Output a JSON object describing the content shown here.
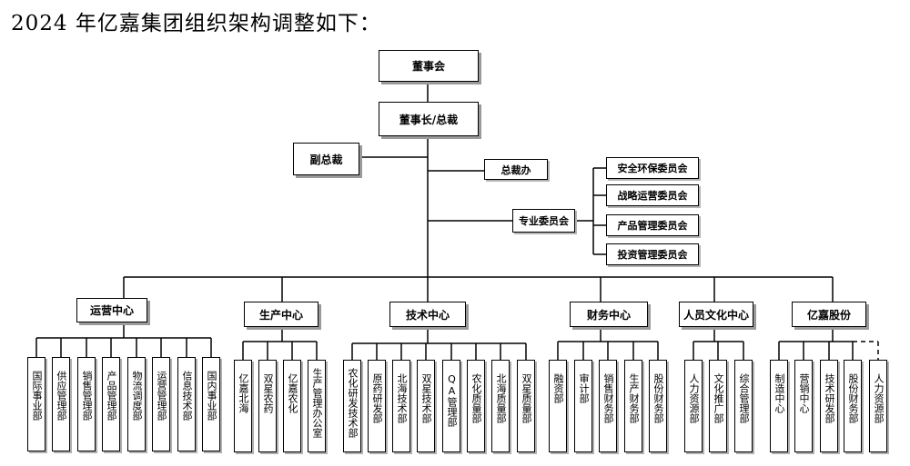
{
  "title": "2024 年亿嘉集团组织架构调整如下：",
  "top": {
    "board": "董事会",
    "chairman": "董事长/总裁",
    "vp": "副总裁",
    "president_office": "总裁办",
    "committee": "专业委员会"
  },
  "committees": [
    "安全环保委员会",
    "战略运营委员会",
    "产品管理委员会",
    "投资管理委员会"
  ],
  "centers": [
    {
      "name": "运营中心",
      "units": [
        "国际事业部",
        "供应管理部",
        "销售管理部",
        "产品管理部",
        "物流调度部",
        "运营管理部",
        "信息技术部",
        "国内事业部"
      ]
    },
    {
      "name": "生产中心",
      "units": [
        "亿嘉北海",
        "双星农药",
        "亿嘉农化",
        "生产管理办公室"
      ]
    },
    {
      "name": "技术中心",
      "units": [
        "农化研发技术部",
        "原药研发部",
        "北海技术部",
        "双星技术部",
        "QA管理部",
        "农化质量部",
        "北海质量部",
        "双星质量部"
      ]
    },
    {
      "name": "财务中心",
      "units": [
        "融资部",
        "审计部",
        "销售财务部",
        "生产财务部",
        "股份财务部"
      ]
    },
    {
      "name": "人员文化中心",
      "units": [
        "人力资源部",
        "文化推广部",
        "综合管理部"
      ]
    },
    {
      "name": "亿嘉股份",
      "units": [
        "制造中心",
        "营销中心",
        "技术研发部",
        "股份财务部",
        "人力资源部"
      ]
    }
  ]
}
